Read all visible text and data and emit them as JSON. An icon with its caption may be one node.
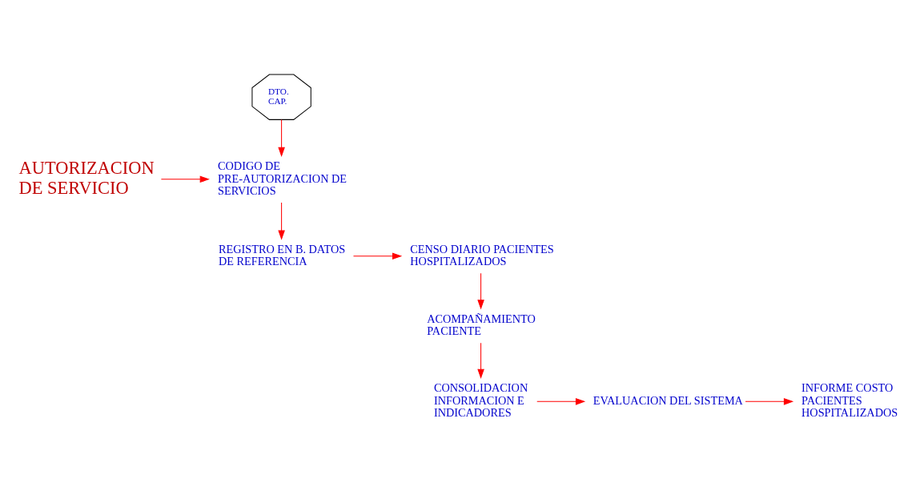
{
  "diagram": {
    "nodes": [
      {
        "text": [
          "AUTORIZACION DE SERVICIO"
        ]
      },
      {
        "text": [
          "DTO. CAP."
        ]
      },
      {
        "text": [
          "CODIGO DE PRE-AUTORIZACION DE SERVICIOS"
        ]
      },
      {
        "text": [
          "REGISTRO EN B. DATOS DE REFERENCIA"
        ]
      },
      {
        "text": [
          "CENSO DIARIO PACIENTES HOSPITALIZADOS"
        ]
      },
      {
        "text": [
          "ACOMPAÑAMIENTO PACIENTE"
        ]
      },
      {
        "text": [
          "CONSOLIDACION INFORMACION E INDICADORES"
        ]
      },
      {
        "text": [
          "EVALUACION DEL SISTEMA"
        ]
      },
      {
        "text": [
          "INFORME COSTO PACIENTES HOSPITALIZADOS"
        ]
      }
    ],
    "edges": [
      {
        "from": 0,
        "to": 2,
        "arrow": "to",
        "color": "#ff0000"
      },
      {
        "from": 1,
        "to": 2,
        "arrow": "to",
        "color": "#ff0000"
      },
      {
        "from": 2,
        "to": 3,
        "arrow": "to",
        "color": "#ff0000"
      },
      {
        "from": 3,
        "to": 4,
        "arrow": "to",
        "color": "#ff0000"
      },
      {
        "from": 4,
        "to": 5,
        "arrow": "to",
        "color": "#ff0000"
      },
      {
        "from": 5,
        "to": 6,
        "arrow": "to",
        "color": "#ff0000"
      },
      {
        "from": 6,
        "to": 7,
        "arrow": "to",
        "color": "#ff0000"
      },
      {
        "from": 7,
        "to": 8,
        "arrow": "to",
        "color": "#ff0000"
      }
    ]
  }
}
